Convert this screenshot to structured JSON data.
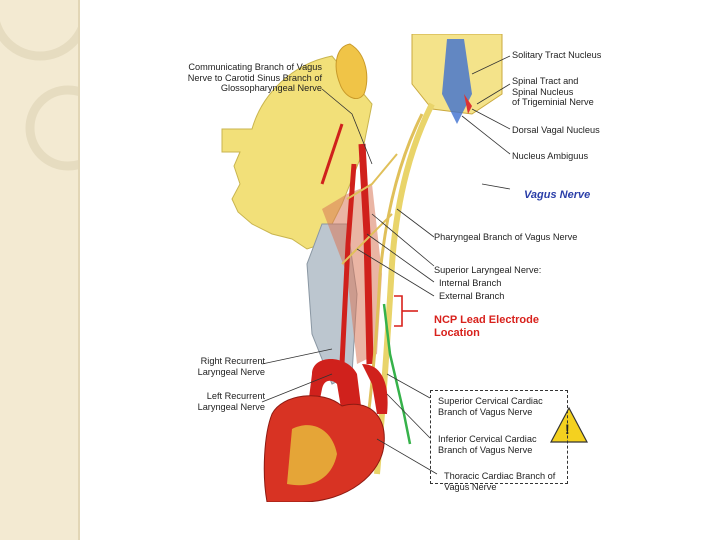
{
  "diagram": {
    "labels": {
      "communicating_branch": "Communicating Branch of Vagus\nNerve to Carotid Sinus Branch of\nGlossopharyngeal Nerve",
      "solitary_tract_nucleus": "Solitary Tract Nucleus",
      "spinal_tract": "Spinal Tract and\nSpinal Nucleus\nof Trigeminial Nerve",
      "dorsal_vagal_nucleus": "Dorsal Vagal Nucleus",
      "nucleus_ambiguus": "Nucleus Ambiguus",
      "vagus_nerve": "Vagus Nerve",
      "pharyngeal_branch": "Pharyngeal Branch of Vagus Nerve",
      "superior_laryngeal": "Superior Laryngeal Nerve:",
      "internal_branch": "Internal Branch",
      "external_branch": "External Branch",
      "ncp_lead": "NCP Lead Electrode\nLocation",
      "right_recurrent": "Right Recurrent\nLaryngeal Nerve",
      "left_recurrent": "Left Recurrent\nLaryngeal Nerve",
      "superior_cervical_cardiac": "Superior Cervical Cardiac\nBranch of Vagus Nerve",
      "inferior_cervical_cardiac": "Inferior Cervical Cardiac\nBranch of Vagus Nerve",
      "thoracic_cardiac": "Thoracic Cardiac Branch of\nVagus Nerve"
    },
    "warning_symbol": "!"
  }
}
